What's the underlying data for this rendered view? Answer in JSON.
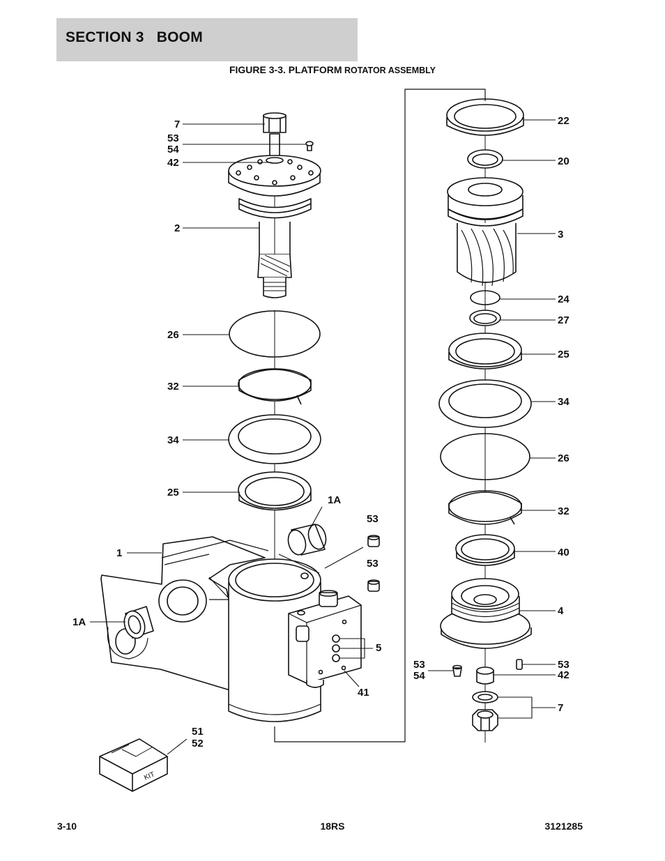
{
  "header": {
    "section_title": "SECTION 3   BOOM",
    "figure_title_main": "FIGURE 3-3. PLATFORM",
    "figure_title_rest": " ROTATOR ASSEMBLY"
  },
  "callouts": {
    "left": {
      "c7": "7",
      "c53": "53",
      "c54": "54",
      "c42": "42",
      "c2": "2",
      "c26": "26",
      "c32": "32",
      "c34": "34",
      "c25": "25",
      "c1A_top": "1A",
      "c53_a": "53",
      "c53_b": "53",
      "c1": "1",
      "c1A_left": "1A",
      "c5": "5",
      "c41": "41",
      "c51": "51",
      "c52": "52"
    },
    "right": {
      "c22": "22",
      "c20": "20",
      "c3": "3",
      "c24": "24",
      "c27": "27",
      "c25": "25",
      "c34": "34",
      "c26": "26",
      "c32": "32",
      "c40": "40",
      "c4": "4",
      "c53_l": "53",
      "c54_l": "54",
      "c53_r": "53",
      "c42": "42",
      "c7": "7"
    }
  },
  "kit_label": "KIT",
  "footer": {
    "left": "3-10",
    "center": "18RS",
    "right": "3121285"
  }
}
